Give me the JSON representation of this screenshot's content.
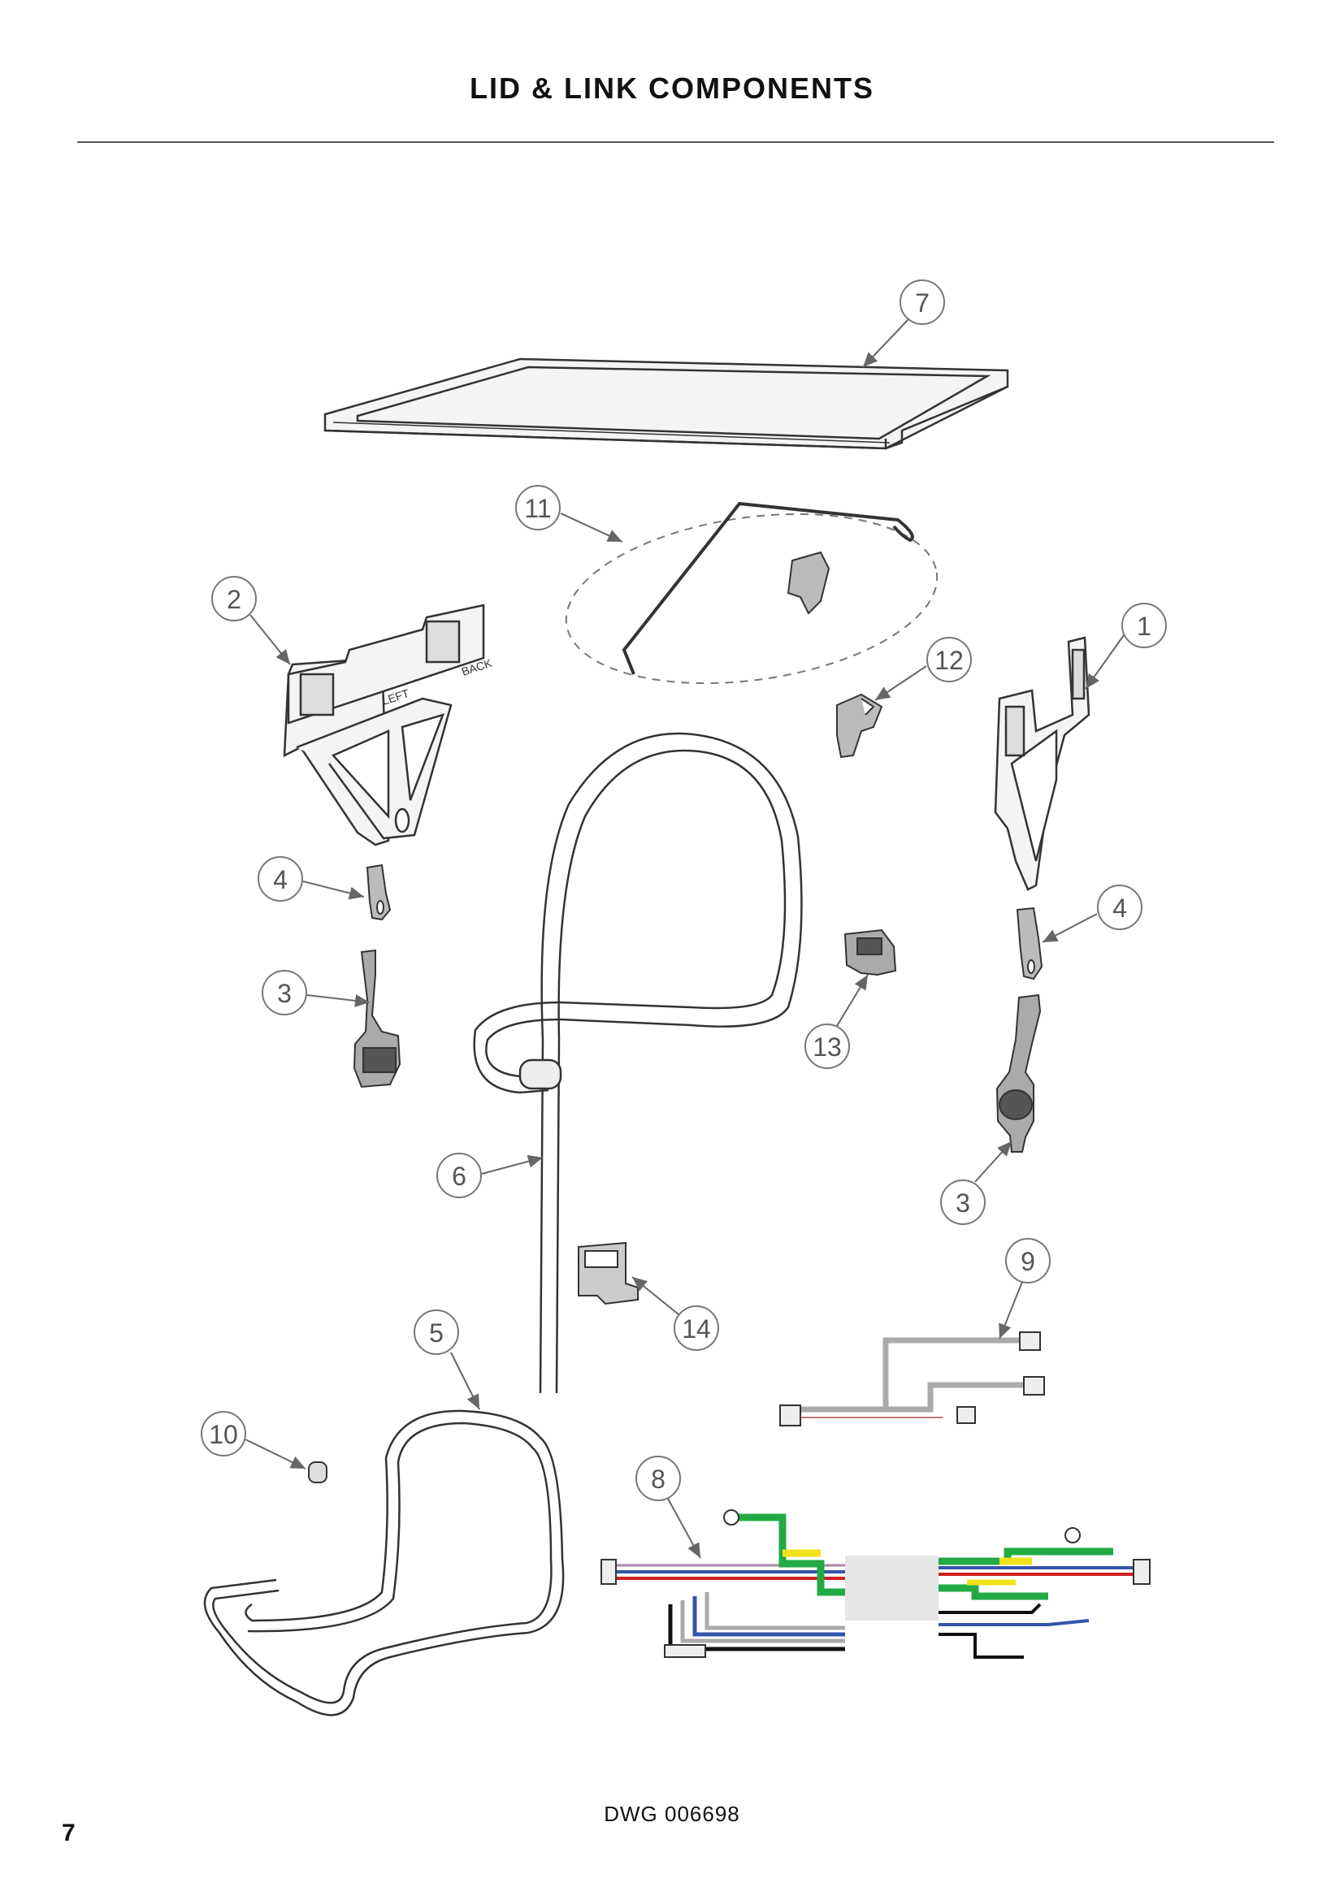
{
  "page": {
    "title": "LID & LINK COMPONENTS",
    "drawing_number": "DWG 006698",
    "page_number": "7"
  },
  "callouts": [
    {
      "id": "c7",
      "label": "7"
    },
    {
      "id": "c11",
      "label": "11"
    },
    {
      "id": "c2",
      "label": "2"
    },
    {
      "id": "c1",
      "label": "1"
    },
    {
      "id": "c12",
      "label": "12"
    },
    {
      "id": "c4a",
      "label": "4"
    },
    {
      "id": "c4b",
      "label": "4"
    },
    {
      "id": "c3a",
      "label": "3"
    },
    {
      "id": "c13",
      "label": "13"
    },
    {
      "id": "c6",
      "label": "6"
    },
    {
      "id": "c3b",
      "label": "3"
    },
    {
      "id": "c9",
      "label": "9"
    },
    {
      "id": "c14",
      "label": "14"
    },
    {
      "id": "c5",
      "label": "5"
    },
    {
      "id": "c10",
      "label": "10"
    },
    {
      "id": "c8",
      "label": "8"
    }
  ],
  "part_labels": {
    "left": "LEFT",
    "back": "BACK"
  },
  "colors": {
    "line": "#333333",
    "callout": "#777777",
    "wire_green": "#22aa44",
    "wire_yellow": "#f2e21a",
    "wire_red": "#cc2222",
    "wire_blue": "#3355aa",
    "wire_black": "#111111",
    "wire_grey": "#aaaaaa"
  }
}
